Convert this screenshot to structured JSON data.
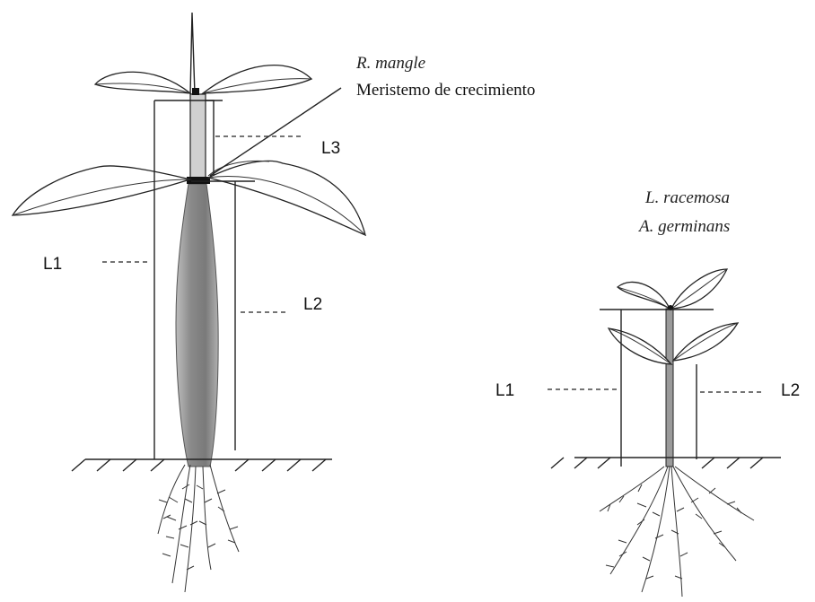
{
  "left_plant": {
    "species": "R. mangle",
    "meristem_label": "Meristemo de crecimiento",
    "labels": {
      "l1": "L1",
      "l2": "L2",
      "l3": "L3"
    }
  },
  "right_plant": {
    "species_line1": "L. racemosa",
    "species_line2": "A. germinans",
    "labels": {
      "l1": "L1",
      "l2": "L2"
    }
  },
  "colors": {
    "ink": "#222222",
    "stem_gray": "#8c8c8c",
    "meristem": "#111111"
  }
}
